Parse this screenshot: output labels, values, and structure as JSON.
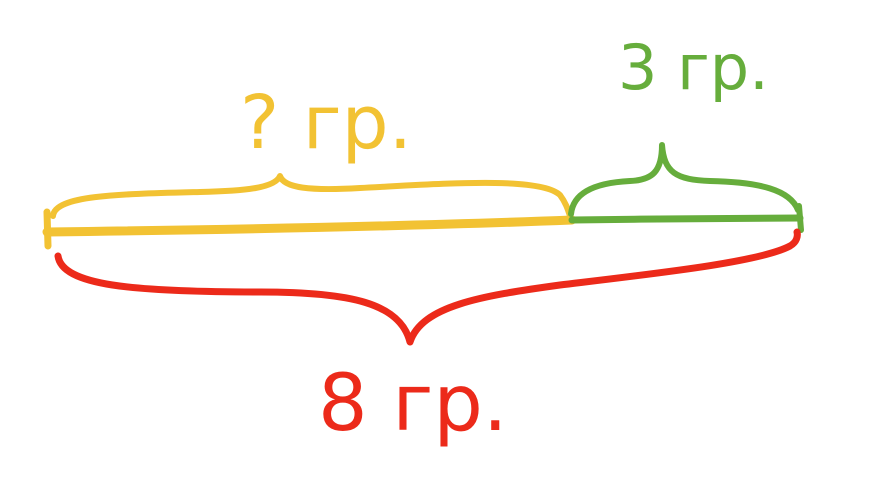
{
  "diagram": {
    "unknown_part": {
      "label": "? гр.",
      "color": "#f2c233"
    },
    "known_part": {
      "label": "3 гр.",
      "color": "#66ad3c"
    },
    "total": {
      "label": "8 гр.",
      "color": "#ec2a1a"
    }
  }
}
